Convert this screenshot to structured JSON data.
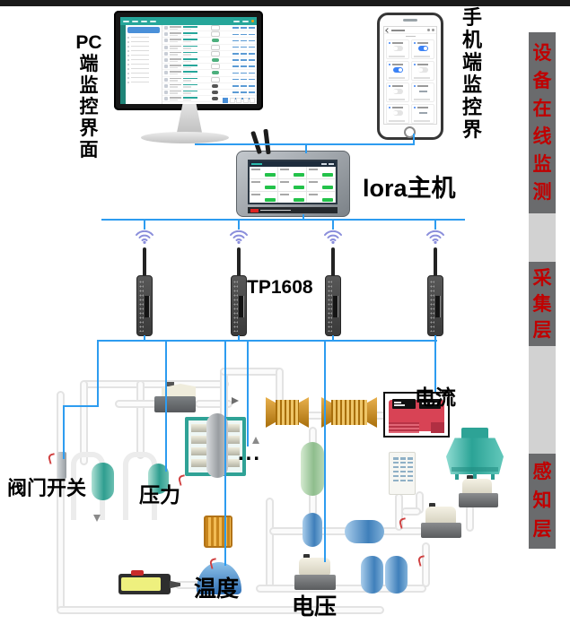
{
  "title_labels": {
    "pc": "PC\n端\n监\n控\n界\n面",
    "phone": "手\n机\n端\n监\n控\n界",
    "lora_host": "lora主机",
    "transmitter_model": "TP1608"
  },
  "sensor_labels": {
    "valve": "阀门开关",
    "pressure": "压力",
    "temperature": "温度",
    "voltage": "电压",
    "current": "电流",
    "ellipsis": "..."
  },
  "right_bar": {
    "segments": [
      {
        "id": "online-monitoring",
        "label": "设\n备\n在\n线\n监\n测"
      },
      {
        "id": "collection-layer",
        "label": "采\n集\n层"
      },
      {
        "id": "perception-layer",
        "label": "感\n知\n层"
      }
    ],
    "text_color": "#c00000",
    "dark_bg": "#6a6b6d",
    "light_bg": "#d2d2d2"
  },
  "colors": {
    "connector_blue": "#2d9cf0",
    "wifi_purple": "#8a8edb",
    "pc_header_teal": "#26a69a",
    "pc_accent_blue": "#4a90d9",
    "pc_toggle_green": "#4caf7d",
    "phone_toggle_blue": "#3b82f6",
    "tank_teal": "#2f9e90",
    "tank_blue": "#3f7fba",
    "coil_gold": "#d89a2b",
    "generator_red": "#d84355",
    "cooling_teal": "#2ba396",
    "lora_value_green": "#23c24a"
  },
  "pc_screen": {
    "row_count": 12,
    "sidebar_row_count": 11,
    "toggles": [
      "off",
      "off",
      "on",
      "off",
      "off",
      "on",
      "off",
      "on",
      "off",
      "dark",
      "dark",
      "dark"
    ]
  },
  "phone_screen": {
    "left_cards": [
      "off",
      "on",
      "off",
      "off",
      "on"
    ],
    "right_cards": [
      "on",
      "off",
      "value",
      "value",
      "value"
    ]
  },
  "lora_screen": {
    "columns": 3,
    "rows": 3
  },
  "transmitters": {
    "count": 4
  }
}
